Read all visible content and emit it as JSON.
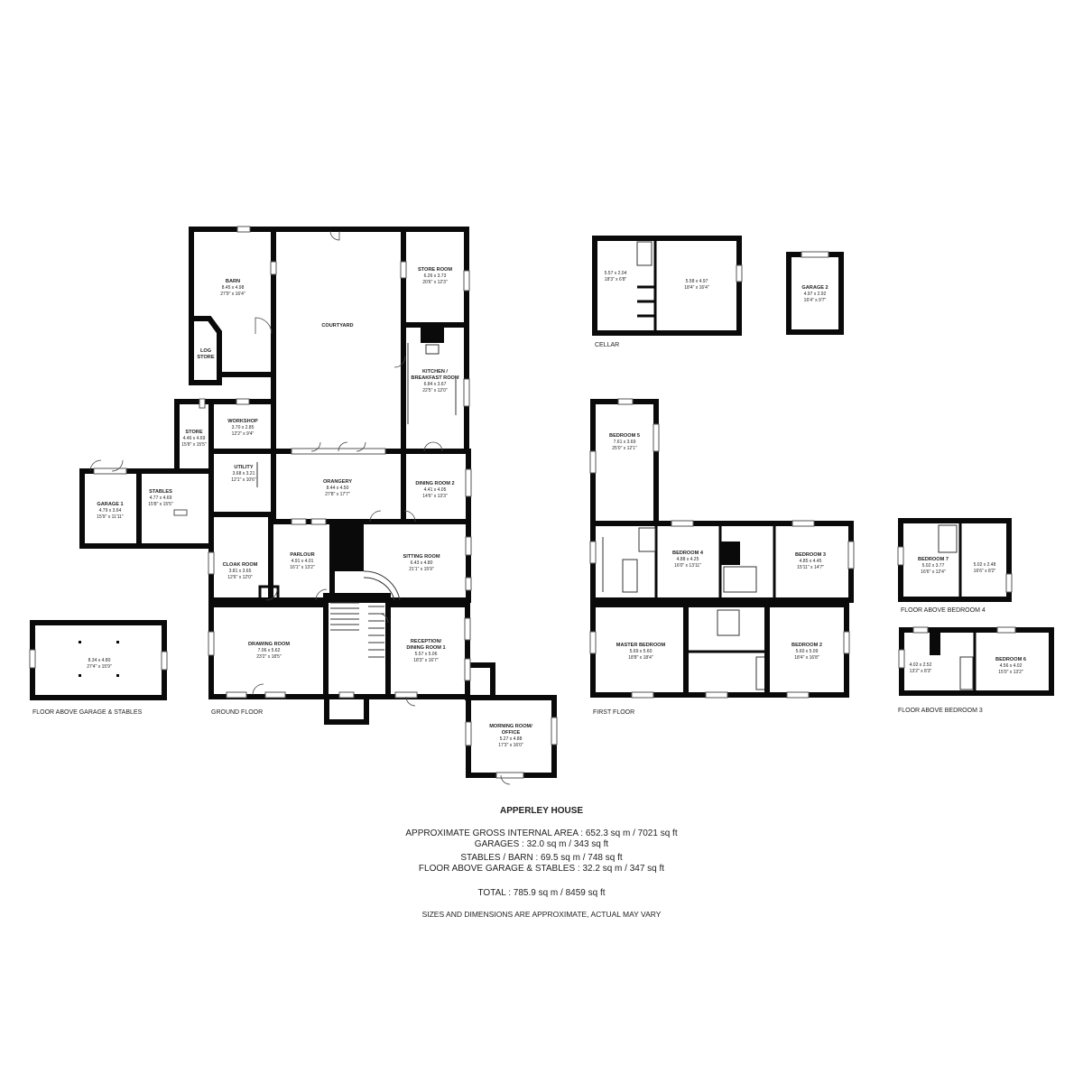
{
  "floor_labels": {
    "ground": "GROUND FLOOR",
    "first": "FIRST FLOOR",
    "cellar": "CELLAR",
    "above_garage": "FLOOR ABOVE GARAGE & STABLES",
    "above_bed4": "FLOOR ABOVE BEDROOM 4",
    "above_bed3": "FLOOR ABOVE BEDROOM 3"
  },
  "rooms": {
    "barn": {
      "name": "BARN",
      "metric": "8.45 x 4.98",
      "imperial": "27'9\" x 16'4\""
    },
    "log_store": {
      "name1": "LOG",
      "name2": "STORE"
    },
    "courtyard": {
      "name": "COURTYARD"
    },
    "store_room": {
      "name": "STORE ROOM",
      "metric": "6.26 x 3.73",
      "imperial": "20'6\" x 12'3\""
    },
    "kitchen": {
      "name1": "KITCHEN /",
      "name2": "BREAKFAST ROOM",
      "metric": "6.84 x 3.67",
      "imperial": "22'5\" x 12'0\""
    },
    "store": {
      "name": "STORE",
      "metric": "4.46 x 4.69",
      "imperial": "15'8\" x 15'5\""
    },
    "workshop": {
      "name": "WORKSHOP",
      "metric": "3.70 x 2.85",
      "imperial": "12'2\" x 9'4\""
    },
    "utility": {
      "name": "UTILITY",
      "metric": "3.68 x 3.21",
      "imperial": "12'1\" x 10'6\""
    },
    "orangery": {
      "name": "ORANGERY",
      "metric": "8.44 x 4.50",
      "imperial": "27'8\" x 17'7\""
    },
    "dining2": {
      "name": "DINING ROOM 2",
      "metric": "4.41 x 4.05",
      "imperial": "14'6\" x 13'3\""
    },
    "garage1": {
      "name": "GARAGE 1",
      "metric": "4.79 x 3.64",
      "imperial": "15'9\" x 11'11\""
    },
    "stables": {
      "name": "STABLES",
      "metric": "4.77 x 4.69",
      "imperial": "15'8\" x 15'5\""
    },
    "cloak": {
      "name": "CLOAK ROOM",
      "metric": "3.81 x 3.65",
      "imperial": "12'6\" x 12'0\""
    },
    "parlour": {
      "name": "PARLOUR",
      "metric": "4.91 x 4.01",
      "imperial": "16'1\" x 13'2\""
    },
    "sitting": {
      "name": "SITTING ROOM",
      "metric": "6.43 x 4.80",
      "imperial": "21'1\" x 15'9\""
    },
    "drawing": {
      "name": "DRAWING ROOM",
      "metric": "7.06 x 5.62",
      "imperial": "23'2\" x 18'5\""
    },
    "reception": {
      "name1": "RECEPTION/",
      "name2": "DINING ROOM 1",
      "metric": "5.57 x 5.06",
      "imperial": "18'3\" x 16'7\""
    },
    "morning": {
      "name1": "MORNING ROOM/",
      "name2": "OFFICE",
      "metric": "5.27 x 4.88",
      "imperial": "17'3\" x 16'0\""
    },
    "above_garage": {
      "metric": "8.34 x 4.80",
      "imperial": "27'4\" x 15'9\""
    },
    "cellar_small": {
      "metric": "5.57 x 2.04",
      "imperial": "18'3\" x 6'8\""
    },
    "cellar_large": {
      "metric": "5.58 x 4.97",
      "imperial": "18'4\" x 16'4\""
    },
    "garage2": {
      "name": "GARAGE 2",
      "metric": "4.97 x 2.92",
      "imperial": "16'4\" x 9'7\""
    },
    "bedroom5": {
      "name": "BEDROOM 5",
      "metric": "7.61 x 3.69",
      "imperial": "25'0\" x 12'1\""
    },
    "bedroom4": {
      "name": "BEDROOM 4",
      "metric": "4.88 x 4.25",
      "imperial": "16'0\" x 13'11\""
    },
    "bedroom3": {
      "name": "BEDROOM 3",
      "metric": "4.85 x 4.45",
      "imperial": "15'11\" x 14'7\""
    },
    "master": {
      "name": "MASTER BEDROOM",
      "metric": "5.69 x 5.60",
      "imperial": "18'8\" x 18'4\""
    },
    "bedroom2": {
      "name": "BEDROOM 2",
      "metric": "5.60 x 5.09",
      "imperial": "18'4\" x 16'8\""
    },
    "bedroom7": {
      "name": "BEDROOM 7",
      "metric": "5.02 x 3.77",
      "imperial": "16'6\" x 12'4\""
    },
    "b4_side": {
      "metric": "5.02 x 2.48",
      "imperial": "16'6\" x 8'2\""
    },
    "b3_side": {
      "metric": "4.02 x 2.52",
      "imperial": "13'2\" x 8'3\""
    },
    "bedroom6": {
      "name": "BEDROOM 6",
      "metric": "4.56 x 4.02",
      "imperial": "15'0\" x 13'2\""
    }
  },
  "summary": {
    "title": "APPERLEY HOUSE",
    "gross": "APPROXIMATE GROSS INTERNAL AREA : 652.3 sq m / 7021 sq ft",
    "garages": "GARAGES : 32.0 sq m / 343 sq ft",
    "stables_barn": "STABLES / BARN : 69.5 sq m / 748 sq ft",
    "floor_above": "FLOOR ABOVE GARAGE & STABLES : 32.2 sq m / 347 sq ft",
    "total": "TOTAL : 785.9 sq m / 8459 sq ft",
    "disclaimer": "SIZES AND DIMENSIONS ARE APPROXIMATE, ACTUAL MAY VARY"
  }
}
